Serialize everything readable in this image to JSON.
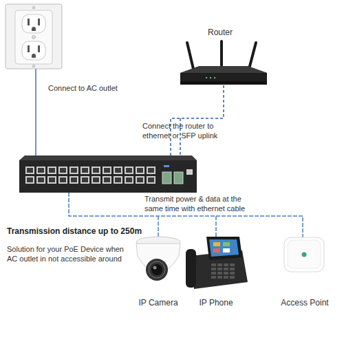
{
  "diagram": {
    "nodes": [
      {
        "text": [
          "Router"
        ]
      },
      {
        "text": [
          "IP Camera"
        ]
      },
      {
        "text": [
          "IP Phone"
        ]
      },
      {
        "text": [
          "Access Point"
        ]
      }
    ],
    "labels": [
      "Connect to AC outlet",
      "Connect the router to ethernet or SFP uplink",
      "Transmit power & data at the same time with ethernet cable",
      "Transmission distance up to 250m",
      "Solution for your PoE Device when AC outlet in not accessible around"
    ]
  }
}
